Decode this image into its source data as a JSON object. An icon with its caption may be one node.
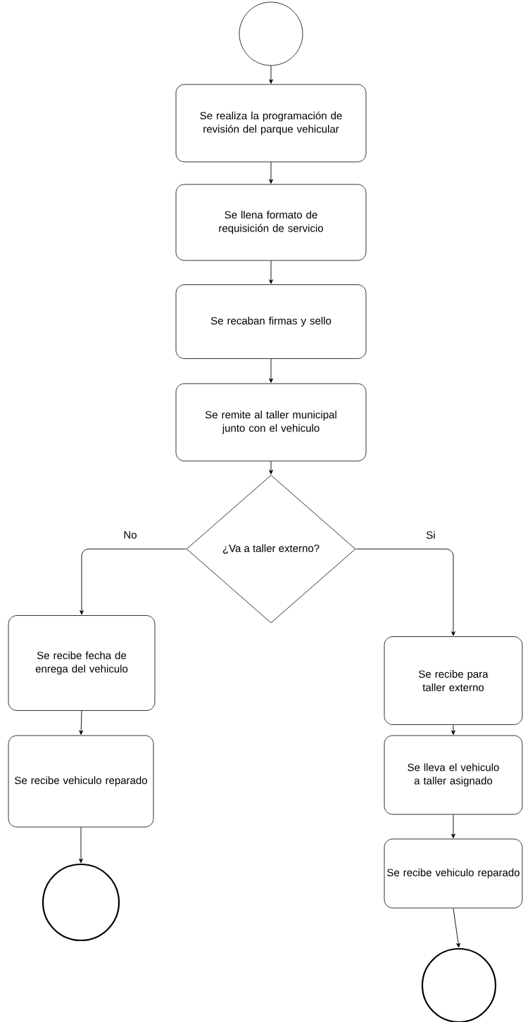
{
  "diagram": {
    "nodes": [
      {
        "text": [],
        "shape": "circle"
      },
      {
        "text": [
          "Se realiza la programación de revisión del parque vehicular"
        ]
      },
      {
        "text": [
          "Se llena formato de requisición de servicio"
        ]
      },
      {
        "text": [
          "Se recaban firmas y sello"
        ]
      },
      {
        "text": [
          "Se remite al taller municipal junto con el vehiculo"
        ]
      },
      {
        "text": [
          "¿Va a taller externo?"
        ]
      },
      {
        "text": [
          "Se recibe fecha de enrega del vehiculo"
        ]
      },
      {
        "text": [
          "Se recibe vehiculo reparado"
        ]
      },
      {
        "text": [],
        "shape": "circle"
      },
      {
        "text": [
          "Se recibe para taller externo"
        ]
      },
      {
        "text": [
          "Se lleva el vehiculo a taller asignado"
        ]
      },
      {
        "text": [
          "Se recibe vehiculo reparado"
        ]
      },
      {
        "text": [],
        "shape": "circle"
      }
    ],
    "edges": [
      {
        "from": 0,
        "to": 1,
        "arrow": "to"
      },
      {
        "from": 1,
        "to": 2,
        "arrow": "to"
      },
      {
        "from": 2,
        "to": 3,
        "arrow": "to"
      },
      {
        "from": 3,
        "to": 4,
        "arrow": "to"
      },
      {
        "from": 4,
        "to": 5,
        "arrow": "to"
      },
      {
        "from": 5,
        "to": 6,
        "arrow": "to",
        "label": "No"
      },
      {
        "from": 6,
        "to": 7,
        "arrow": "to"
      },
      {
        "from": 7,
        "to": 8,
        "arrow": "to"
      },
      {
        "from": 5,
        "to": 9,
        "arrow": "to",
        "label": "Si"
      },
      {
        "from": 9,
        "to": 10,
        "arrow": "to"
      },
      {
        "from": 10,
        "to": 11,
        "arrow": "to"
      },
      {
        "from": 11,
        "to": 12,
        "arrow": "to"
      }
    ]
  }
}
